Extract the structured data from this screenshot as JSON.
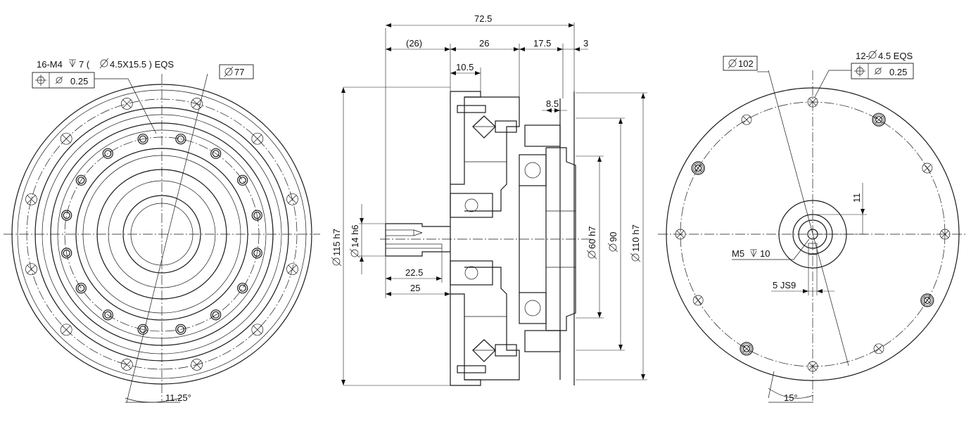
{
  "left_view": {
    "callout_holes": "16-M4",
    "callout_depth": "7 ( ",
    "callout_size": "4.5X15.5 ) EQS",
    "position_tolerance": "0.25",
    "pitch_diameter": "77",
    "angle": "11.25°"
  },
  "side_view": {
    "overall_length": "72.5",
    "ref_length": "(26)",
    "seg_26": "26",
    "seg_17_5": "17.5",
    "seg_3": "3",
    "dim_10_5": "10.5",
    "dim_8_5": "8.5",
    "dia_115": "115 h7",
    "dia_14": "14 h6",
    "dia_60": "60 h7",
    "dia_90": "90",
    "dia_110": "110 h7",
    "len_22_5": "22.5",
    "len_25": "25"
  },
  "right_view": {
    "pitch_diameter": "102",
    "callout_holes": "12-",
    "callout_size": "4.5 EQS",
    "position_tolerance": "0.25",
    "dim_11": "11",
    "thread_callout": "M5",
    "thread_depth": "10",
    "key_callout": "5 JS9",
    "angle": "15°"
  }
}
